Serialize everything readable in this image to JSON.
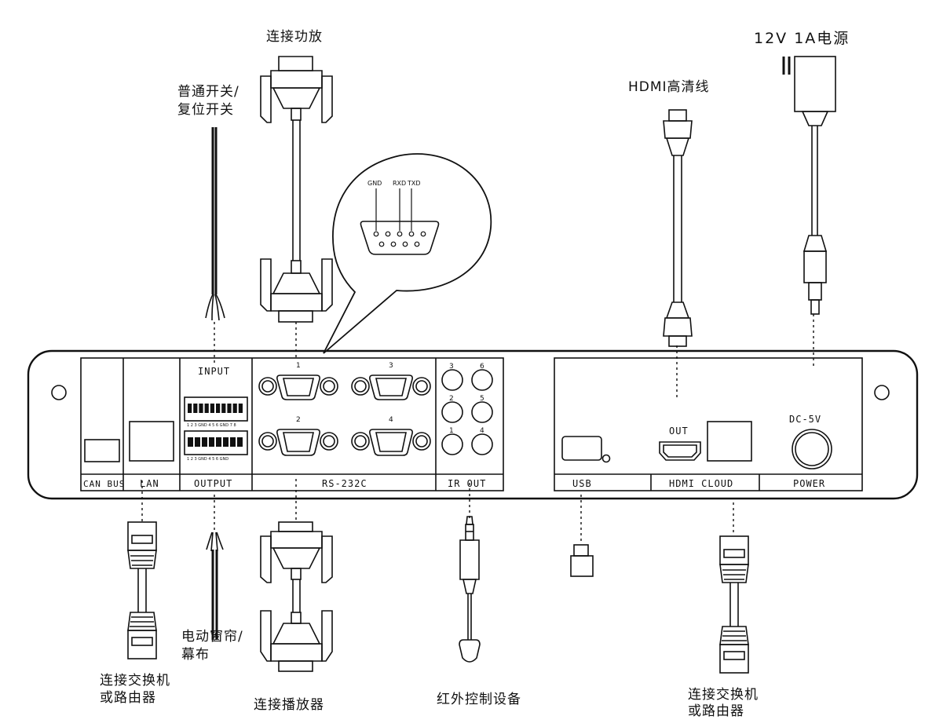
{
  "labels": {
    "amp": "连接功放",
    "power_supply": "12V 1A电源",
    "switch_line1": "普通开关/",
    "switch_line2": "复位开关",
    "hdmi_cable": "HDMI高清线",
    "curtain_line1": "电动窗帘/",
    "curtain_line2": "幕布",
    "lan_switch_line1": "连接交换机",
    "lan_switch_line2": "或路由器",
    "player": "连接播放器",
    "ir_device": "红外控制设备",
    "cloud_switch_line1": "连接交换机",
    "cloud_switch_line2": "或路由器"
  },
  "pinout": {
    "gnd": "GND",
    "rxd": "RXD",
    "txd": "TXD"
  },
  "panel": {
    "input_header": "INPUT",
    "sections": {
      "can_bus": "CAN BUS",
      "lan": "LAN",
      "output": "OUTPUT",
      "rs232c": "RS-232C",
      "ir_out": "IR OUT",
      "usb": "USB",
      "hdmi_cloud": "HDMI  CLOUD",
      "power": "POWER"
    },
    "rs232_ports": [
      "1",
      "2",
      "3",
      "4"
    ],
    "ir_ports": [
      "3",
      "6",
      "2",
      "5",
      "1",
      "4"
    ],
    "terminal_input_pins": "1  2  3 GND 4  5  6 GND 7  8",
    "terminal_output_pins": "1  2  3 GND 4  5  6 GND",
    "hdmi_out": "OUT",
    "dc_label": "DC-5V"
  }
}
